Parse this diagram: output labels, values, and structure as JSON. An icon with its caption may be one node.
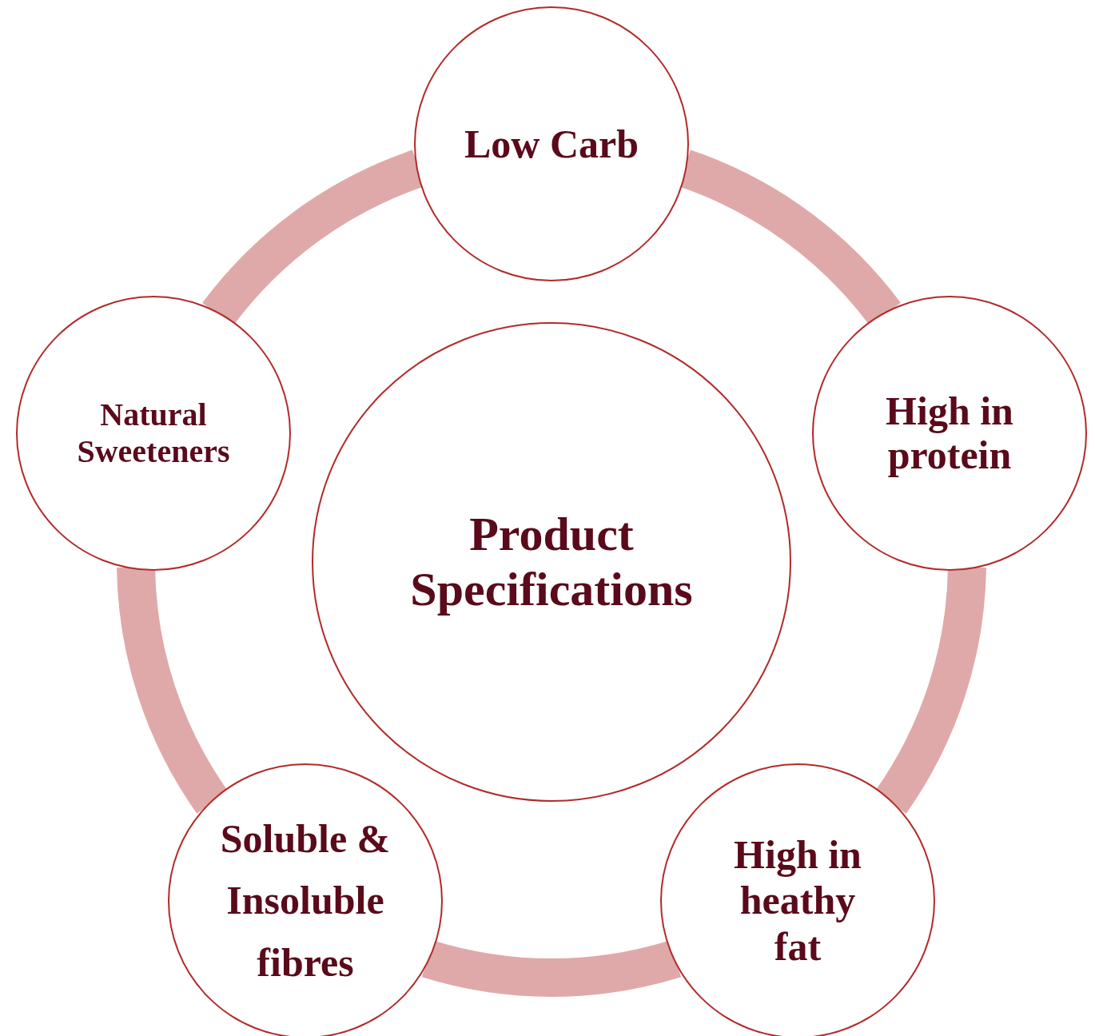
{
  "diagram": {
    "nodes": [
      {
        "text": [
          "Product Specifications"
        ]
      },
      {
        "text": [
          "Low Carb"
        ]
      },
      {
        "text": [
          "Natural Sweeteners"
        ]
      },
      {
        "text": [
          "High in protein"
        ]
      },
      {
        "text": [
          "Soluble & Insoluble fibres"
        ]
      },
      {
        "text": [
          "High in heathy fat"
        ]
      }
    ],
    "edges": [
      {
        "from": 1,
        "to": 3,
        "arrow": "none"
      },
      {
        "from": 3,
        "to": 5,
        "arrow": "none"
      },
      {
        "from": 5,
        "to": 4,
        "arrow": "none"
      },
      {
        "from": 4,
        "to": 2,
        "arrow": "none"
      },
      {
        "from": 2,
        "to": 1,
        "arrow": "none"
      }
    ]
  }
}
